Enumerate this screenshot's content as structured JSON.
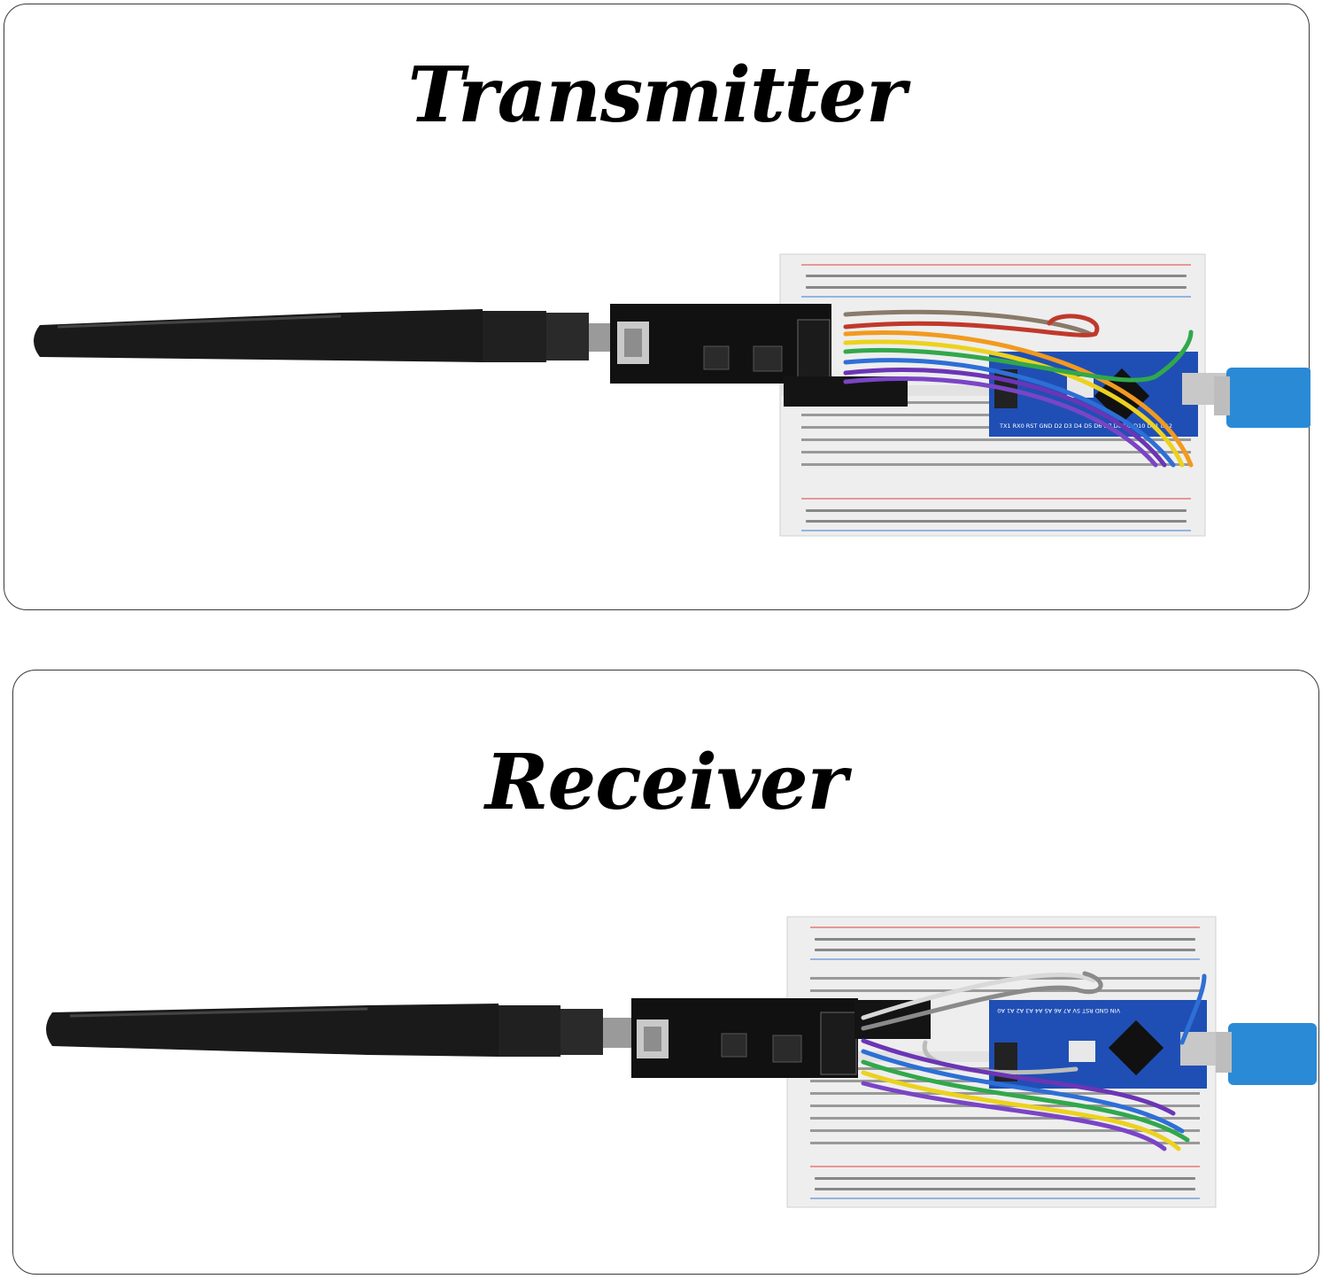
{
  "panels": [
    {
      "title": "Transmitter"
    },
    {
      "title": "Receiver"
    }
  ],
  "icons": [
    "antenna",
    "rf-module",
    "breadboard",
    "microcontroller-board",
    "usb-cable",
    "jumper-wires"
  ],
  "colors": {
    "border": "#3a3a3a",
    "breadboard": "#efefef",
    "board_blue": "#1f4fb5",
    "module_black": "#111111",
    "usb_blue": "#2b8ad6",
    "wires": [
      "#b84a2d",
      "#f29a1e",
      "#ecd21d",
      "#31a84b",
      "#2d6fd6",
      "#6b35b5",
      "#8a8a8a",
      "#d9d9d9"
    ]
  }
}
